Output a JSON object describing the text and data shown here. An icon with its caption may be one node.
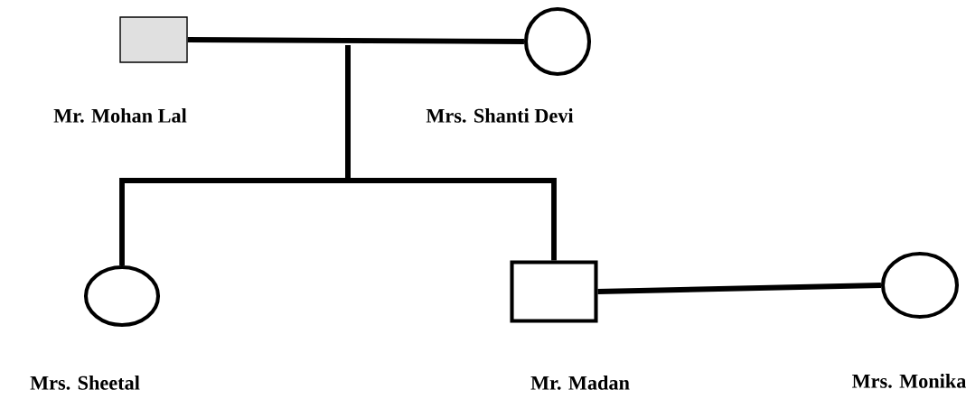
{
  "diagram": {
    "nodes": [
      {
        "text": [],
        "shape": "box",
        "beside": [
          "Mr. Mohan Lal"
        ]
      },
      {
        "text": [],
        "shape": "circle",
        "beside": [
          "Mrs. Shanti Devi"
        ]
      },
      {
        "text": [],
        "shape": "circle",
        "beside": [
          "Mrs. Sheetal"
        ]
      },
      {
        "text": [],
        "shape": "box",
        "beside": [
          "Mr. Madan"
        ]
      },
      {
        "text": [],
        "shape": "circle",
        "beside": [
          "Mrs. Monika"
        ]
      }
    ],
    "edges": [
      {
        "from": 0,
        "to": 1,
        "arrow": "none"
      },
      {
        "from": null,
        "to": 2,
        "arrow": "none"
      },
      {
        "from": null,
        "to": 3,
        "arrow": "none"
      },
      {
        "from": 3,
        "to": 4,
        "arrow": "none"
      }
    ]
  }
}
